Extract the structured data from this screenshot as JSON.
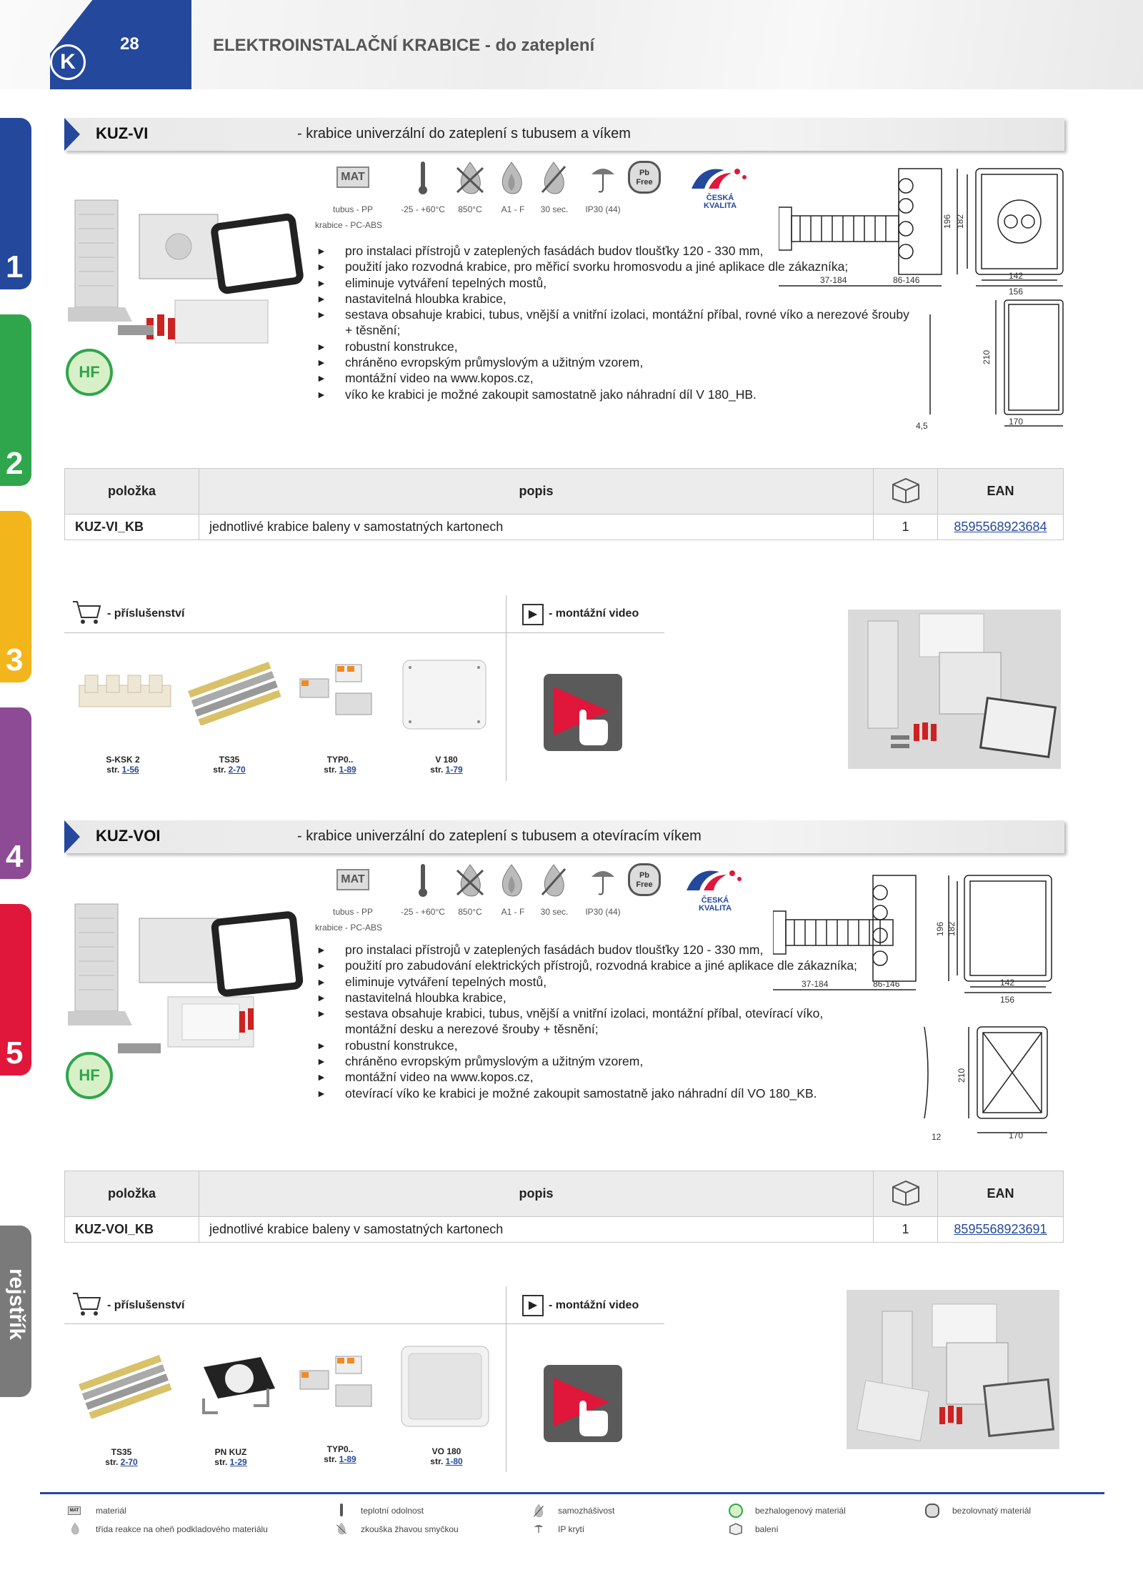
{
  "header": {
    "page_number": "28",
    "title": "ELEKTROINSTALAČNÍ KRABICE - do zateplení",
    "logo_letter": "K"
  },
  "side_tabs": [
    "1",
    "2",
    "3",
    "4",
    "5",
    "rejstřík"
  ],
  "colors": {
    "blue": "#24489b",
    "green": "#2fa64b",
    "yellow": "#f2b51b",
    "purple": "#8e4b95",
    "red": "#e0173a",
    "gray": "#7a7a7a"
  },
  "spec_labels": {
    "mat": "MAT",
    "pb_free": "Pb Free",
    "mat1": "tubus - PP",
    "mat2": "krabice - PC-ABS",
    "temp": "-25 - +60°C",
    "glow": "850°C",
    "fire": "A1 - F",
    "self": "30 sec.",
    "ip": "IP30 (44)",
    "cq1": "ČESKÁ",
    "cq2": "KVALITA",
    "hf": "HF"
  },
  "table_headers": {
    "item": "položka",
    "desc": "popis",
    "ean": "EAN"
  },
  "acc_labels": {
    "accessories": "- příslušenství",
    "video": "- montážní video"
  },
  "products": [
    {
      "code": "KUZ-VI",
      "description": "- krabice univerzální do zateplení s tubusem a víkem",
      "bullets": [
        "pro instalaci přístrojů v zateplených fasádách budov tloušťky 120 - 330 mm,",
        "použití jako rozvodná krabice, pro měřicí svorku hromosvodu a jiné aplikace dle zákazníka;",
        "eliminuje vytváření tepelných mostů,",
        "nastavitelná hloubka krabice,",
        "sestava obsahuje krabici, tubus, vnější a vnitřní izolaci, montážní příbal, rovné víko a nerezové šrouby + těsnění;",
        "robustní konstrukce,",
        "chráněno evropským průmyslovým a užitným vzorem,",
        "montážní video na www.kopos.cz,",
        "víko ke krabici je možné zakoupit samostatně jako náhradní díl V 180_HB."
      ],
      "dims": {
        "d1": "37-184",
        "d2": "86-146",
        "d3": "196",
        "d4": "182",
        "d5": "142",
        "d6": "156",
        "d7": "210",
        "d8": "4,5",
        "d9": "170"
      },
      "row": {
        "item": "KUZ-VI_KB",
        "desc": "jednotlivé krabice baleny v samostatných kartonech",
        "qty": "1",
        "ean": "8595568923684"
      },
      "accessories": [
        {
          "name": "S-KSK 2",
          "str": "str.",
          "page": "1-56"
        },
        {
          "name": "TS35",
          "str": "str.",
          "page": "2-70"
        },
        {
          "name": "TYP0..",
          "str": "str.",
          "page": "1-89"
        },
        {
          "name": "V 180",
          "str": "str.",
          "page": "1-79"
        }
      ]
    },
    {
      "code": "KUZ-VOI",
      "description": "- krabice univerzální do zateplení s tubusem a otevíracím víkem",
      "bullets": [
        "pro instalaci přístrojů v zateplených fasádách budov tloušťky 120 - 330 mm,",
        "použití pro zabudování elektrických přístrojů, rozvodná krabice a jiné aplikace dle zákazníka;",
        "eliminuje vytváření tepelných mostů,",
        "nastavitelná hloubka krabice,",
        "sestava obsahuje krabici, tubus, vnější a vnitřní izolaci, montážní příbal, otevírací víko, montážní desku a nerezové šrouby + těsnění;",
        "robustní konstrukce,",
        "chráněno evropským průmyslovým a užitným vzorem,",
        "montážní video na www.kopos.cz,",
        "otevírací víko ke krabici je možné zakoupit samostatně jako náhradní díl VO 180_KB."
      ],
      "dims": {
        "d1": "37-184",
        "d2": "86-146",
        "d3": "196",
        "d4": "182",
        "d5": "142",
        "d6": "156",
        "d7": "210",
        "d8": "12",
        "d9": "170"
      },
      "row": {
        "item": "KUZ-VOI_KB",
        "desc": "jednotlivé krabice baleny v samostatných kartonech",
        "qty": "1",
        "ean": "8595568923691"
      },
      "accessories": [
        {
          "name": "TS35",
          "str": "str.",
          "page": "2-70"
        },
        {
          "name": "PN KUZ",
          "str": "str.",
          "page": "1-29"
        },
        {
          "name": "TYP0..",
          "str": "str.",
          "page": "1-89"
        },
        {
          "name": "VO 180",
          "str": "str.",
          "page": "1-80"
        }
      ]
    }
  ],
  "legend": [
    {
      "icon": "mat-icon",
      "text": "materiál"
    },
    {
      "icon": "thermometer-icon",
      "text": "teplotní odolnost"
    },
    {
      "icon": "self-extinguish-icon",
      "text": "samozhášivost"
    },
    {
      "icon": "halogen-free-icon",
      "text": "bezhalogenový materiál"
    },
    {
      "icon": "lead-free-icon",
      "text": "bezolovnatý materiál"
    },
    {
      "icon": "flame-icon",
      "text": "třída reakce na oheň podkladového materiálu"
    },
    {
      "icon": "glow-wire-icon",
      "text": "zkouška žhavou smyčkou"
    },
    {
      "icon": "ip-icon",
      "text": "IP krytí"
    },
    {
      "icon": "package-icon",
      "text": "balení"
    }
  ]
}
